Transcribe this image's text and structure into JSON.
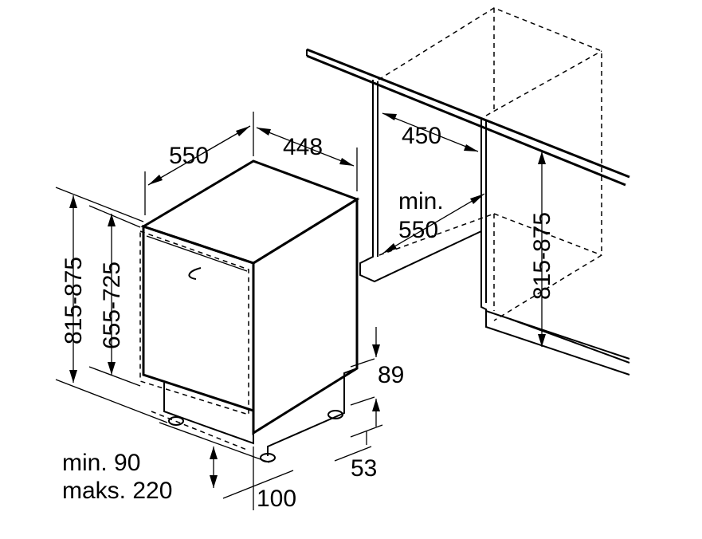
{
  "dimensions": {
    "depth": "550",
    "width": "448",
    "niche_width": "450",
    "niche_depth_line1": "min.",
    "niche_depth_line2": "550",
    "niche_height": "815-875",
    "appliance_height": "815-875",
    "door_height": "655-725",
    "plinth_top": "89",
    "plinth_bottom": "53",
    "plinth_height_line1": "min. 90",
    "plinth_height_line2": "maks. 220",
    "plinth_depth": "100"
  }
}
